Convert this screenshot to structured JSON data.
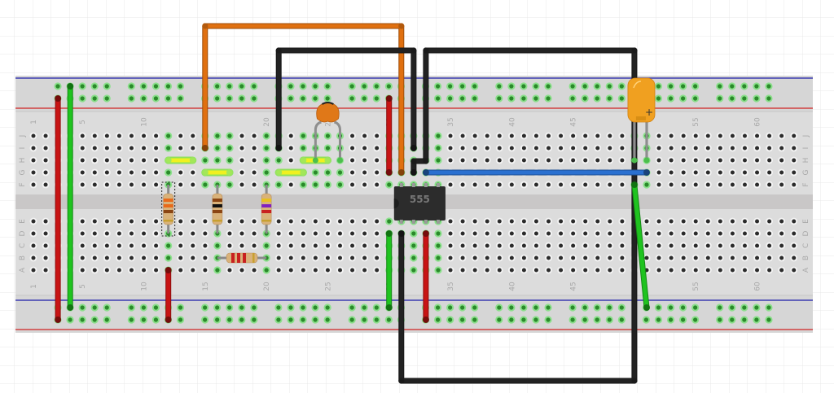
{
  "title": "555 Timer Breadboard Circuit",
  "breadboard": {
    "columns": 63,
    "column_labels": [
      "1",
      "5",
      "10",
      "15",
      "20",
      "25",
      "30",
      "35",
      "40",
      "45",
      "50",
      "55",
      "60"
    ],
    "column_label_values": [
      1,
      5,
      10,
      15,
      20,
      25,
      30,
      35,
      40,
      45,
      50,
      55,
      60
    ],
    "top_row_labels": [
      "J",
      "I",
      "H",
      "G",
      "F"
    ],
    "bottom_row_labels": [
      "E",
      "D",
      "C",
      "B",
      "A"
    ],
    "colors": {
      "board": "#dcdcdc",
      "rail_bg": "#d6d6d6",
      "channel": "#c9c7c7",
      "blue_line": "#3b3bb0",
      "red_line": "#d04040",
      "hole": "#2b2b2b",
      "hole_active": "#2a8a2a",
      "hole_glow": "#7ee07e"
    }
  },
  "ic": {
    "label": "555",
    "left_col": 31,
    "right_col": 34,
    "color": "#2c2c2c"
  },
  "wires": [
    {
      "name": "wire-red-left-rails",
      "color": "#c81414",
      "points": [
        [
          3,
          "rt2"
        ],
        [
          3,
          "rb2"
        ]
      ]
    },
    {
      "name": "wire-green-left-rails",
      "color": "#1fc31f",
      "points": [
        [
          4,
          "rt1"
        ],
        [
          4,
          "rb1"
        ]
      ]
    },
    {
      "name": "wire-red-col12",
      "color": "#c81414",
      "points": [
        [
          12,
          "A"
        ],
        [
          12,
          "rb2"
        ]
      ]
    },
    {
      "name": "wire-red-col30-top",
      "color": "#c81414",
      "points": [
        [
          30,
          "rt2"
        ],
        [
          30,
          "G"
        ]
      ]
    },
    {
      "name": "wire-green-col30-bottom",
      "color": "#1fc31f",
      "points": [
        [
          30,
          "D"
        ],
        [
          30,
          "rb1"
        ]
      ]
    },
    {
      "name": "wire-red-col33-bottom",
      "color": "#c81414",
      "points": [
        [
          33,
          "D"
        ],
        [
          33,
          "rb2"
        ]
      ]
    },
    {
      "name": "wire-orange-col15-col31",
      "color": "#e07010",
      "points": [
        [
          15,
          "I"
        ],
        [
          15,
          "y:32"
        ],
        [
          31,
          "y:32"
        ],
        [
          31,
          "G"
        ]
      ]
    },
    {
      "name": "wire-black-col21-col32",
      "color": "#222222",
      "points": [
        [
          21,
          "I"
        ],
        [
          21,
          "y:62"
        ],
        [
          32,
          "y:62"
        ],
        [
          32,
          "I"
        ]
      ]
    },
    {
      "name": "wire-black-col32-loop",
      "color": "#222222",
      "points": [
        [
          32,
          "G"
        ],
        [
          32,
          "y:198"
        ],
        [
          33,
          "y:198"
        ],
        [
          33,
          "y:62"
        ],
        [
          50,
          "y:62"
        ],
        [
          50,
          "y:468"
        ],
        [
          31,
          "y:468"
        ],
        [
          31,
          "D"
        ]
      ]
    },
    {
      "name": "wire-blue-col33-col51",
      "color": "#2a70d0",
      "points": [
        [
          33,
          "G"
        ],
        [
          51,
          "G"
        ]
      ]
    },
    {
      "name": "wire-green-col50-rail",
      "color": "#1fc31f",
      "points": [
        [
          50,
          "F"
        ],
        [
          51,
          "rb1"
        ]
      ]
    },
    {
      "name": "wire-yellow-1",
      "color": "#f0f020",
      "points": [
        [
          12,
          "H"
        ],
        [
          14,
          "H"
        ]
      ]
    },
    {
      "name": "wire-yellow-2",
      "color": "#f0f020",
      "points": [
        [
          15,
          "G"
        ],
        [
          17,
          "G"
        ]
      ]
    },
    {
      "name": "wire-yellow-3",
      "color": "#f0f020",
      "points": [
        [
          21,
          "G"
        ],
        [
          23,
          "G"
        ]
      ]
    },
    {
      "name": "wire-yellow-4",
      "color": "#f0f020",
      "points": [
        [
          23,
          "H"
        ],
        [
          25,
          "H"
        ]
      ]
    }
  ],
  "resistors": [
    {
      "name": "resistor-1",
      "col": 12,
      "top": "F",
      "bottom": "D",
      "orientation": "vertical",
      "bands": [
        "#e86a1a",
        "#e86a1a",
        "#8b4513",
        "#c8a030"
      ],
      "selected": true
    },
    {
      "name": "resistor-2",
      "col": 16,
      "top": "F",
      "bottom": "D",
      "orientation": "vertical",
      "bands": [
        "#8b4513",
        "#111111",
        "#8b4513",
        "#c8a030"
      ],
      "selected": false
    },
    {
      "name": "resistor-3",
      "col": 20,
      "top": "F",
      "bottom": "D",
      "orientation": "vertical",
      "bands": [
        "#e8c020",
        "#8020c0",
        "#c82020",
        "#c8a030"
      ],
      "selected": false
    },
    {
      "name": "resistor-4",
      "col": 16,
      "col_end": 20,
      "row": "B",
      "orientation": "horizontal",
      "bands": [
        "#c82020",
        "#c82020",
        "#c82020",
        "#c8a030"
      ],
      "selected": false
    }
  ],
  "ceramic_capacitor": {
    "legs": [
      24,
      26
    ],
    "row": "H",
    "color": "#e07818"
  },
  "electrolytic_capacitor": {
    "legs": [
      50,
      51
    ],
    "row": "H",
    "color": "#f0a020",
    "polarity": "+"
  }
}
